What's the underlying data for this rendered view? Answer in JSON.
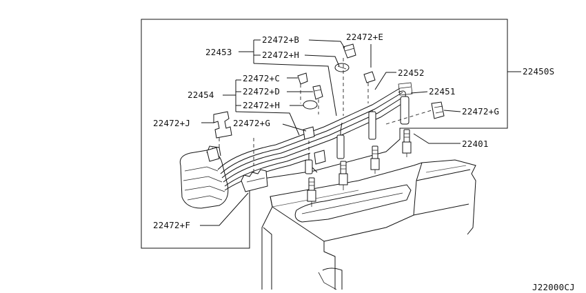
{
  "labels": {
    "p22472B": "22472+B",
    "p22472E": "22472+E",
    "p22453": "22453",
    "p22472H_top": "22472+H",
    "p22452": "22452",
    "p22450S": "22450S",
    "p22472C": "22472+C",
    "p22454": "22454",
    "p22472D": "22472+D",
    "p22472H_mid": "22472+H",
    "p22451": "22451",
    "p22472J": "22472+J",
    "p22472G_left": "22472+G",
    "p22472G_right": "22472+G",
    "p22401": "22401",
    "p22472F": "22472+F",
    "code": "J22000CJ"
  }
}
